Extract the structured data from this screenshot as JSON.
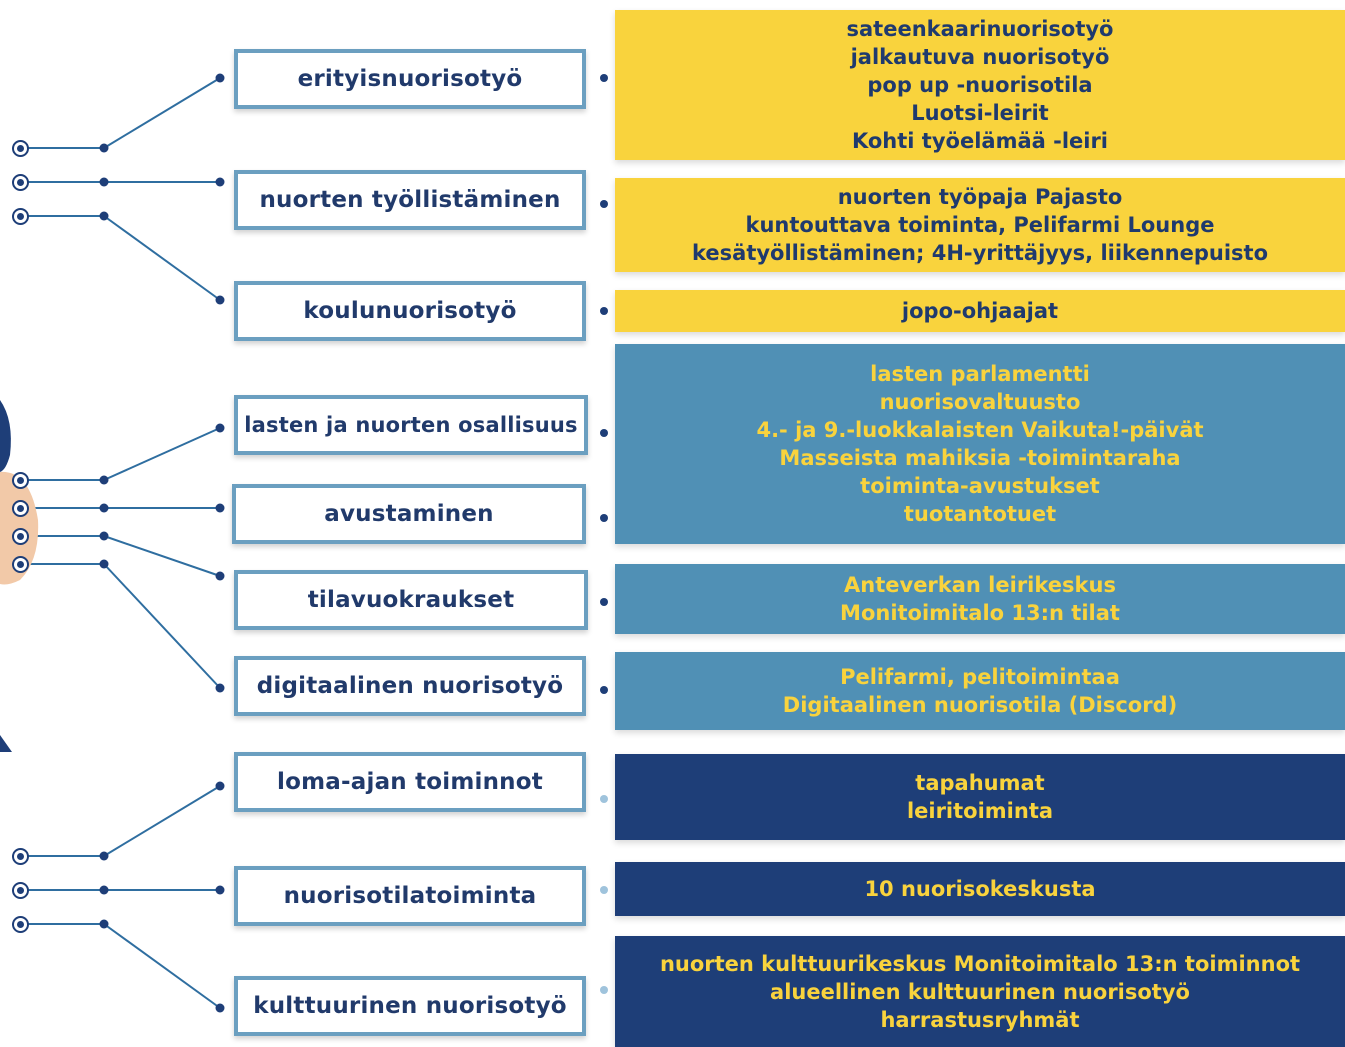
{
  "categories": [
    {
      "label": "erityisnuorisotyö",
      "items": [
        "sateenkaarinuorisotyö",
        "jalkautuva nuorisotyö",
        "pop up -nuorisotila",
        "Luotsi-leirit",
        "Kohti työelämää -leiri"
      ]
    },
    {
      "label": "nuorten työllistäminen",
      "items": [
        "nuorten työpaja Pajasto",
        "kuntouttava toiminta, Pelifarmi Lounge",
        "kesätyöllistäminen; 4H-yrittäjyys, liikennepuisto"
      ]
    },
    {
      "label": "koulunuorisotyö",
      "items": [
        "jopo-ohjaajat"
      ]
    },
    {
      "label": "lasten ja nuorten osallisuus",
      "items": [
        "lasten parlamentti",
        "nuorisovaltuusto",
        "4.- ja 9.-luokkalaisten Vaikuta!-päivät",
        "Masseista mahiksia -toimintaraha",
        "toiminta-avustukset",
        "tuotantotuet"
      ]
    },
    {
      "label": "avustaminen",
      "items": []
    },
    {
      "label": "tilavuokraukset",
      "items": [
        "Anteverkan leirikeskus",
        "Monitoimitalo 13:n tilat"
      ]
    },
    {
      "label": "digitaalinen nuorisotyö",
      "items": [
        "Pelifarmi, pelitoimintaa",
        "Digitaalinen nuorisotila (Discord)"
      ]
    },
    {
      "label": "loma-ajan toiminnot",
      "items": [
        "tapahumat",
        "leiritoiminta"
      ]
    },
    {
      "label": "nuorisotilatoiminta",
      "items": [
        "10 nuorisokeskusta"
      ]
    },
    {
      "label": "kulttuurinen nuorisotyö",
      "items": [
        "nuorten kulttuurikeskus Monitoimitalo 13:n toiminnot",
        "alueellinen kulttuurinen nuorisotyö",
        "harrastusryhmät"
      ]
    }
  ],
  "colors": {
    "yellow": "#f9d33d",
    "mid_blue": "#5090b5",
    "dark_blue": "#1e3e78",
    "navy_text": "#213a6b",
    "box_border": "#6b9fc0"
  }
}
